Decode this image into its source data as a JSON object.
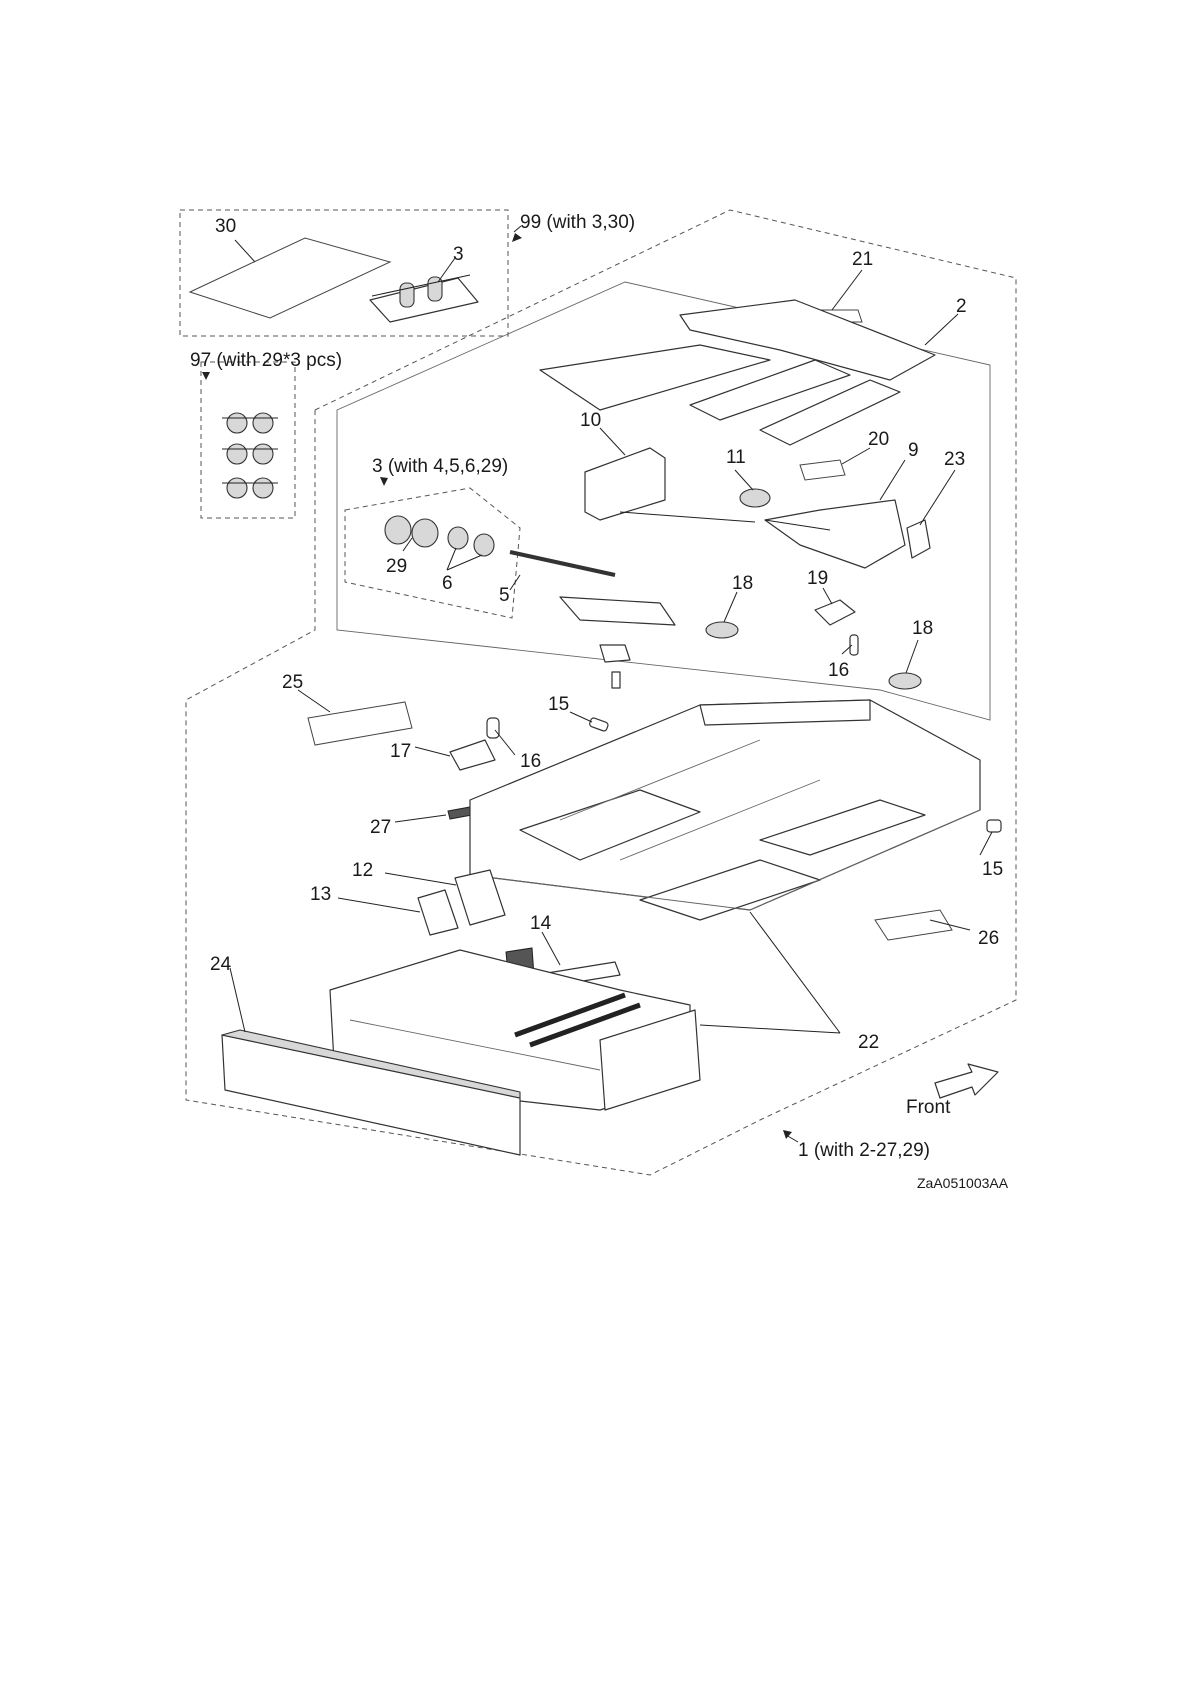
{
  "diagram": {
    "callouts": {
      "c30": "30",
      "c99": "99 (with 3,30)",
      "c3top": "3",
      "c97": "97 (with 29*3 pcs)",
      "c21": "21",
      "c2": "2",
      "c10": "10",
      "c11": "11",
      "c20": "20",
      "c9": "9",
      "c23": "23",
      "c3kit": "3 (with 4,5,6,29)",
      "c29": "29",
      "c6": "6",
      "c5": "5",
      "c18a": "18",
      "c19": "19",
      "c18b": "18",
      "c16a": "16",
      "c25": "25",
      "c15a": "15",
      "c17": "17",
      "c16b": "16",
      "c27": "27",
      "c15b": "15",
      "c12": "12",
      "c13": "13",
      "c14": "14",
      "c26": "26",
      "c24": "24",
      "c22": "22",
      "c1": "1 (with 2-27,29)"
    },
    "front_label": "Front",
    "figure_code": "ZaA051003AA"
  }
}
